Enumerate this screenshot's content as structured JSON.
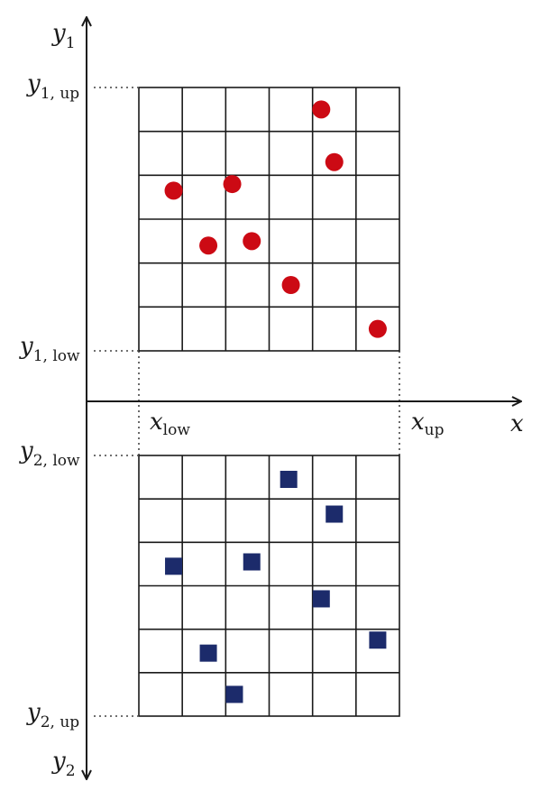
{
  "labels": {
    "y1_axis": {
      "var": "y",
      "sub": "1"
    },
    "y2_axis": {
      "var": "y",
      "sub": "2"
    },
    "x_axis": {
      "var": "x"
    },
    "y1_up": {
      "var": "y",
      "sub": "1, up"
    },
    "y1_low": {
      "var": "y",
      "sub": "1, low"
    },
    "y2_low": {
      "var": "y",
      "sub": "2, low"
    },
    "y2_up": {
      "var": "y",
      "sub": "2, up"
    },
    "x_low": {
      "var": "x",
      "sub": "low"
    },
    "x_up": {
      "var": "x",
      "sub": "up"
    }
  },
  "grids": {
    "top": {
      "cols": 6,
      "rows": 6
    },
    "bottom": {
      "cols": 6,
      "rows": 6
    }
  },
  "colors": {
    "circle": "#cc0a14",
    "square": "#1c2b6b",
    "lines": "#1a1a1a"
  },
  "markers": {
    "top_circles": [
      {
        "col": 0.8,
        "row": 2.35
      },
      {
        "col": 2.15,
        "row": 2.2
      },
      {
        "col": 4.2,
        "row": 0.5
      },
      {
        "col": 4.5,
        "row": 1.7
      },
      {
        "col": 1.6,
        "row": 3.6
      },
      {
        "col": 2.6,
        "row": 3.5
      },
      {
        "col": 3.5,
        "row": 4.5
      },
      {
        "col": 5.5,
        "row": 5.5
      }
    ],
    "bottom_squares": [
      {
        "col": 3.45,
        "row": 0.55
      },
      {
        "col": 4.5,
        "row": 1.35
      },
      {
        "col": 0.8,
        "row": 2.55
      },
      {
        "col": 2.6,
        "row": 2.45
      },
      {
        "col": 4.2,
        "row": 3.3
      },
      {
        "col": 1.6,
        "row": 4.55
      },
      {
        "col": 5.5,
        "row": 4.25
      },
      {
        "col": 2.2,
        "row": 5.5
      }
    ]
  }
}
